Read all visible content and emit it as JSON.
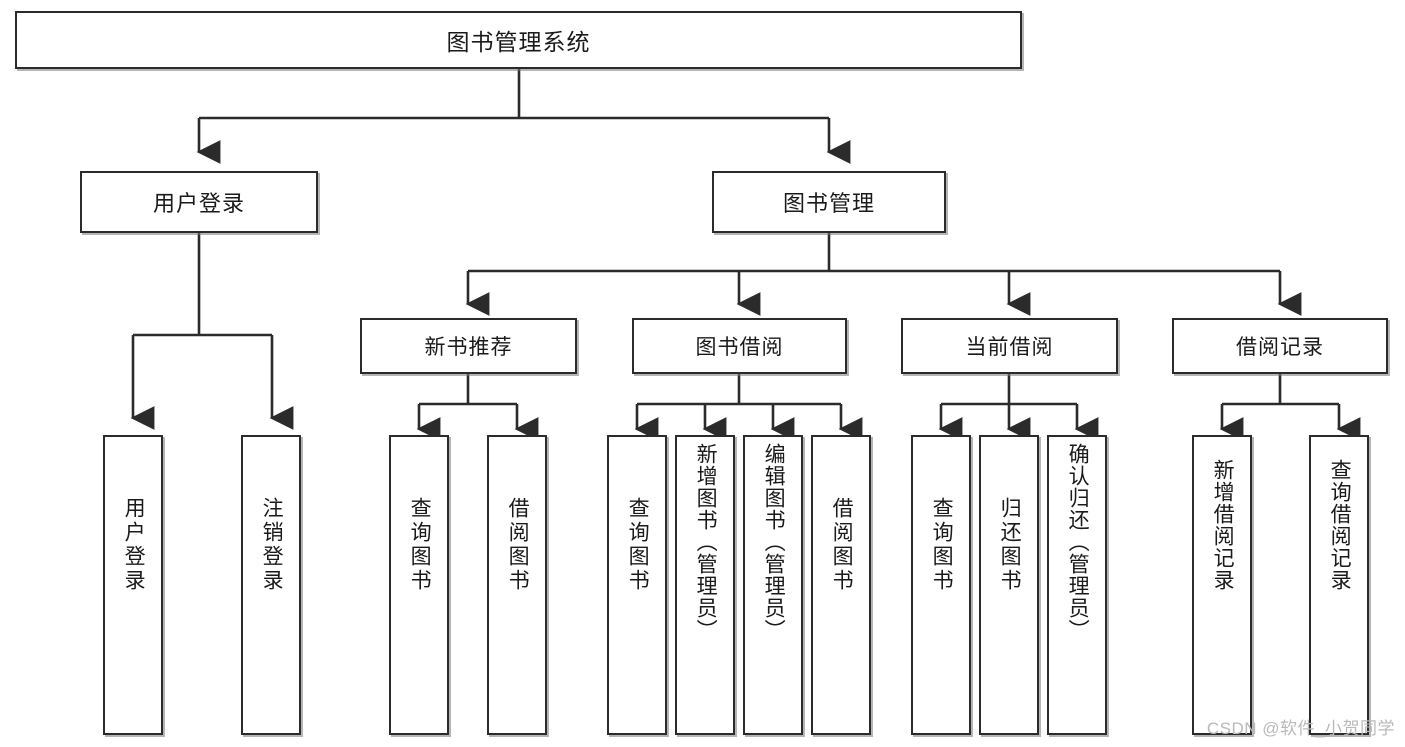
{
  "diagram": {
    "type": "tree-hierarchy",
    "title": "图书管理系统",
    "root": {
      "id": "root",
      "label": "图书管理系统"
    },
    "level1": [
      {
        "id": "user-login",
        "label": "用户登录"
      },
      {
        "id": "book-manage",
        "label": "图书管理"
      }
    ],
    "level2": [
      {
        "id": "new-book-rec",
        "label": "新书推荐",
        "parent": "book-manage"
      },
      {
        "id": "book-borrow",
        "label": "图书借阅",
        "parent": "book-manage"
      },
      {
        "id": "current-borrow",
        "label": "当前借阅",
        "parent": "book-manage"
      },
      {
        "id": "borrow-record",
        "label": "借阅记录",
        "parent": "book-manage"
      }
    ],
    "leaves": [
      {
        "id": "leaf-user-login",
        "label": "用户登录",
        "parent": "user-login"
      },
      {
        "id": "leaf-user-logout",
        "label": "注销登录",
        "parent": "user-login"
      },
      {
        "id": "leaf-query-book-1",
        "label": "查询图书",
        "parent": "new-book-rec"
      },
      {
        "id": "leaf-borrow-book-1",
        "label": "借阅图书",
        "parent": "new-book-rec"
      },
      {
        "id": "leaf-query-book-2",
        "label": "查询图书",
        "parent": "book-borrow"
      },
      {
        "id": "leaf-add-book",
        "label": "新增图书（管理员）",
        "parent": "book-borrow"
      },
      {
        "id": "leaf-edit-book",
        "label": "编辑图书（管理员）",
        "parent": "book-borrow"
      },
      {
        "id": "leaf-borrow-book-2",
        "label": "借阅图书",
        "parent": "book-borrow"
      },
      {
        "id": "leaf-query-book-3",
        "label": "查询图书",
        "parent": "current-borrow"
      },
      {
        "id": "leaf-return-book",
        "label": "归还图书",
        "parent": "current-borrow"
      },
      {
        "id": "leaf-confirm-return",
        "label": "确认归还（管理员）",
        "parent": "current-borrow"
      },
      {
        "id": "leaf-add-record",
        "label": "新增借阅记录",
        "parent": "borrow-record"
      },
      {
        "id": "leaf-query-record",
        "label": "查询借阅记录",
        "parent": "borrow-record"
      }
    ],
    "colors": {
      "box_border": "#2b2b2b",
      "box_fill": "#ffffff",
      "edge": "#2b2b2b",
      "text": "#1a1a1a",
      "watermark": "#b9b9b9",
      "background": "#ffffff"
    }
  },
  "watermark": {
    "text": "CSDN @软件_小贺同学"
  }
}
